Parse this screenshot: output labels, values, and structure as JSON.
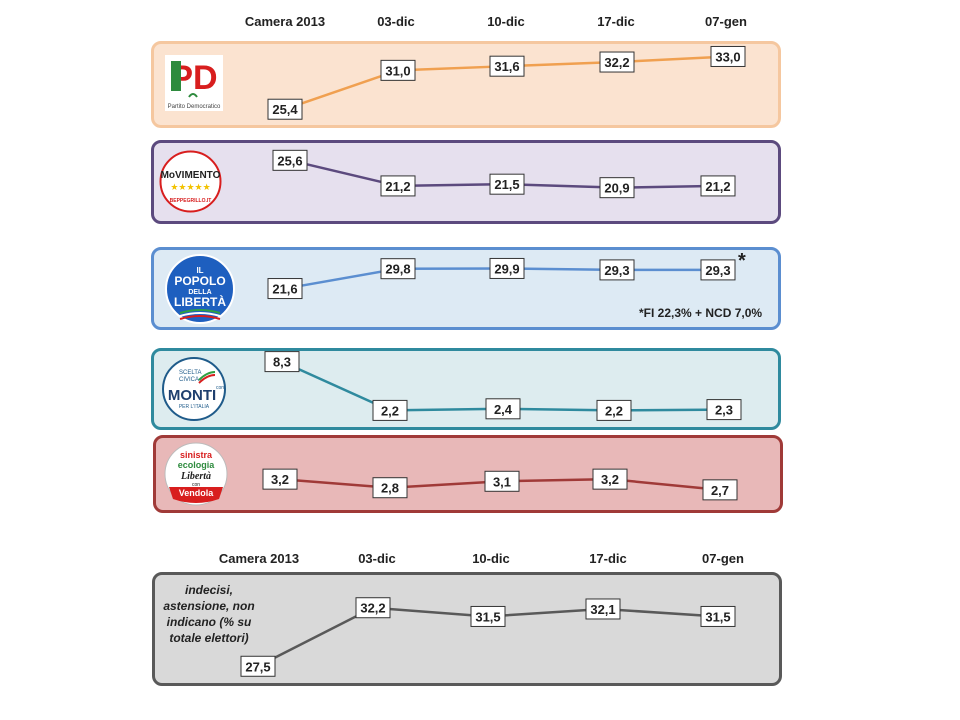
{
  "headers_top": [
    "Camera 2013",
    "03-dic",
    "10-dic",
    "17-dic",
    "07-gen"
  ],
  "headers_bottom": [
    "Camera 2013",
    "03-dic",
    "10-dic",
    "17-dic",
    "07-gen"
  ],
  "pdl_note_star": "*",
  "pdl_note": "*FI 22,3% + NCD 7,0%",
  "undecided_label": "indecisi, astensione, non indicano (% su totale elettori)",
  "logos": {
    "pd": {
      "main": "PD",
      "sub": "Partito Democratico"
    },
    "m5s": {
      "main": "MoVIMENTO",
      "stars": "★★★★★",
      "sub": "BEPPEGRILLO.IT"
    },
    "pdl": {
      "l1": "IL",
      "l2": "POPOLO",
      "l3": "DELLA",
      "l4": "LIBERTÀ"
    },
    "sc": {
      "l1": "SCELTA",
      "l2": "CIVICA",
      "l3": "MONTI",
      "l4": "con",
      "l5": "PER L'ITALIA"
    },
    "sel": {
      "l1": "sinistra",
      "l2": "ecologia",
      "l3": "Libertà",
      "l4": "con",
      "l5": "Vendola"
    }
  },
  "colors": {
    "pd_line": "#F0A050",
    "pd_bg": "#FBE3D0",
    "pd_border": "#F5C79F",
    "m5s_line": "#5C4A7E",
    "m5s_bg": "#E6E0EE",
    "m5s_border": "#5C4A7E",
    "pdl_line": "#5B8ED0",
    "pdl_bg": "#DDEAF4",
    "pdl_border": "#5B8ED0",
    "sc_line": "#2F8A9E",
    "sc_bg": "#DDECEF",
    "sc_border": "#2F8A9E",
    "sel_line": "#A03A38",
    "sel_bg": "#E8B8B8",
    "sel_border": "#A03A38",
    "und_line": "#595959",
    "und_bg": "#D9D9D9",
    "und_border": "#595959"
  },
  "chart_data": [
    {
      "type": "line",
      "categories": [
        "Camera 2013",
        "03-dic",
        "10-dic",
        "17-dic",
        "07-gen"
      ],
      "series": [
        {
          "values": [
            25.4,
            31.0,
            31.6,
            32.2,
            33.0
          ],
          "labels": [
            "25,4",
            "31,0",
            "31,6",
            "32,2",
            "33,0"
          ]
        }
      ]
    },
    {
      "type": "line",
      "categories": [
        "Camera 2013",
        "03-dic",
        "10-dic",
        "17-dic",
        "07-gen"
      ],
      "series": [
        {
          "values": [
            25.6,
            21.2,
            21.5,
            20.9,
            21.2
          ],
          "labels": [
            "25,6",
            "21,2",
            "21,5",
            "20,9",
            "21,2"
          ]
        }
      ]
    },
    {
      "type": "line",
      "categories": [
        "Camera 2013",
        "03-dic",
        "10-dic",
        "17-dic",
        "07-gen"
      ],
      "series": [
        {
          "values": [
            21.6,
            29.8,
            29.9,
            29.3,
            29.3
          ],
          "labels": [
            "21,6",
            "29,8",
            "29,9",
            "29,3",
            "29,3"
          ]
        }
      ]
    },
    {
      "type": "line",
      "categories": [
        "Camera 2013",
        "03-dic",
        "10-dic",
        "17-dic",
        "07-gen"
      ],
      "series": [
        {
          "values": [
            8.3,
            2.2,
            2.4,
            2.2,
            2.3
          ],
          "labels": [
            "8,3",
            "2,2",
            "2,4",
            "2,2",
            "2,3"
          ]
        }
      ]
    },
    {
      "type": "line",
      "categories": [
        "Camera 2013",
        "03-dic",
        "10-dic",
        "17-dic",
        "07-gen"
      ],
      "series": [
        {
          "values": [
            3.2,
            2.8,
            3.1,
            3.2,
            2.7
          ],
          "labels": [
            "3,2",
            "2,8",
            "3,1",
            "3,2",
            "2,7"
          ]
        }
      ]
    },
    {
      "type": "line",
      "categories": [
        "Camera 2013",
        "03-dic",
        "10-dic",
        "17-dic",
        "07-gen"
      ],
      "series": [
        {
          "values": [
            27.5,
            32.2,
            31.5,
            32.1,
            31.5
          ],
          "labels": [
            "27,5",
            "32,2",
            "31,5",
            "32,1",
            "31,5"
          ]
        }
      ]
    }
  ]
}
